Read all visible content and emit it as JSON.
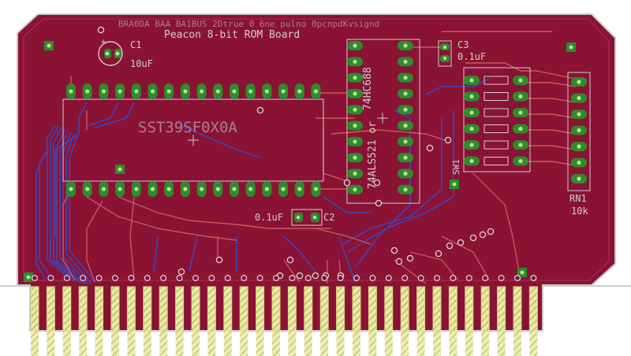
{
  "board": {
    "title": "Peacon 8-bit ROM Board",
    "top_faint": "BRA0DA BAA BA1BUS 2Dtrue 0 6ne pulno 0pcnpdKvsignd",
    "chip_label": "SST39SF0X0A",
    "ic2_label": "74HC688",
    "ic3_label": "74ALS521 or",
    "dip_label": "SW1"
  },
  "parts": {
    "c1": {
      "ref": "C1",
      "value": "10uF"
    },
    "c2": {
      "ref": "C2",
      "value": "0.1uF"
    },
    "c3": {
      "ref": "C3",
      "value": "0.1uF"
    },
    "rn1": {
      "ref": "RN1",
      "value": "10k"
    }
  },
  "colors": {
    "board": "#8a1235",
    "outline": "#c8c8c8",
    "pad": "#2e8b2e",
    "pad_highlight": "#b9e58f",
    "trace_top": "#c85a5a",
    "trace_bottom": "#3e46b8",
    "gold": "#d6d676"
  }
}
